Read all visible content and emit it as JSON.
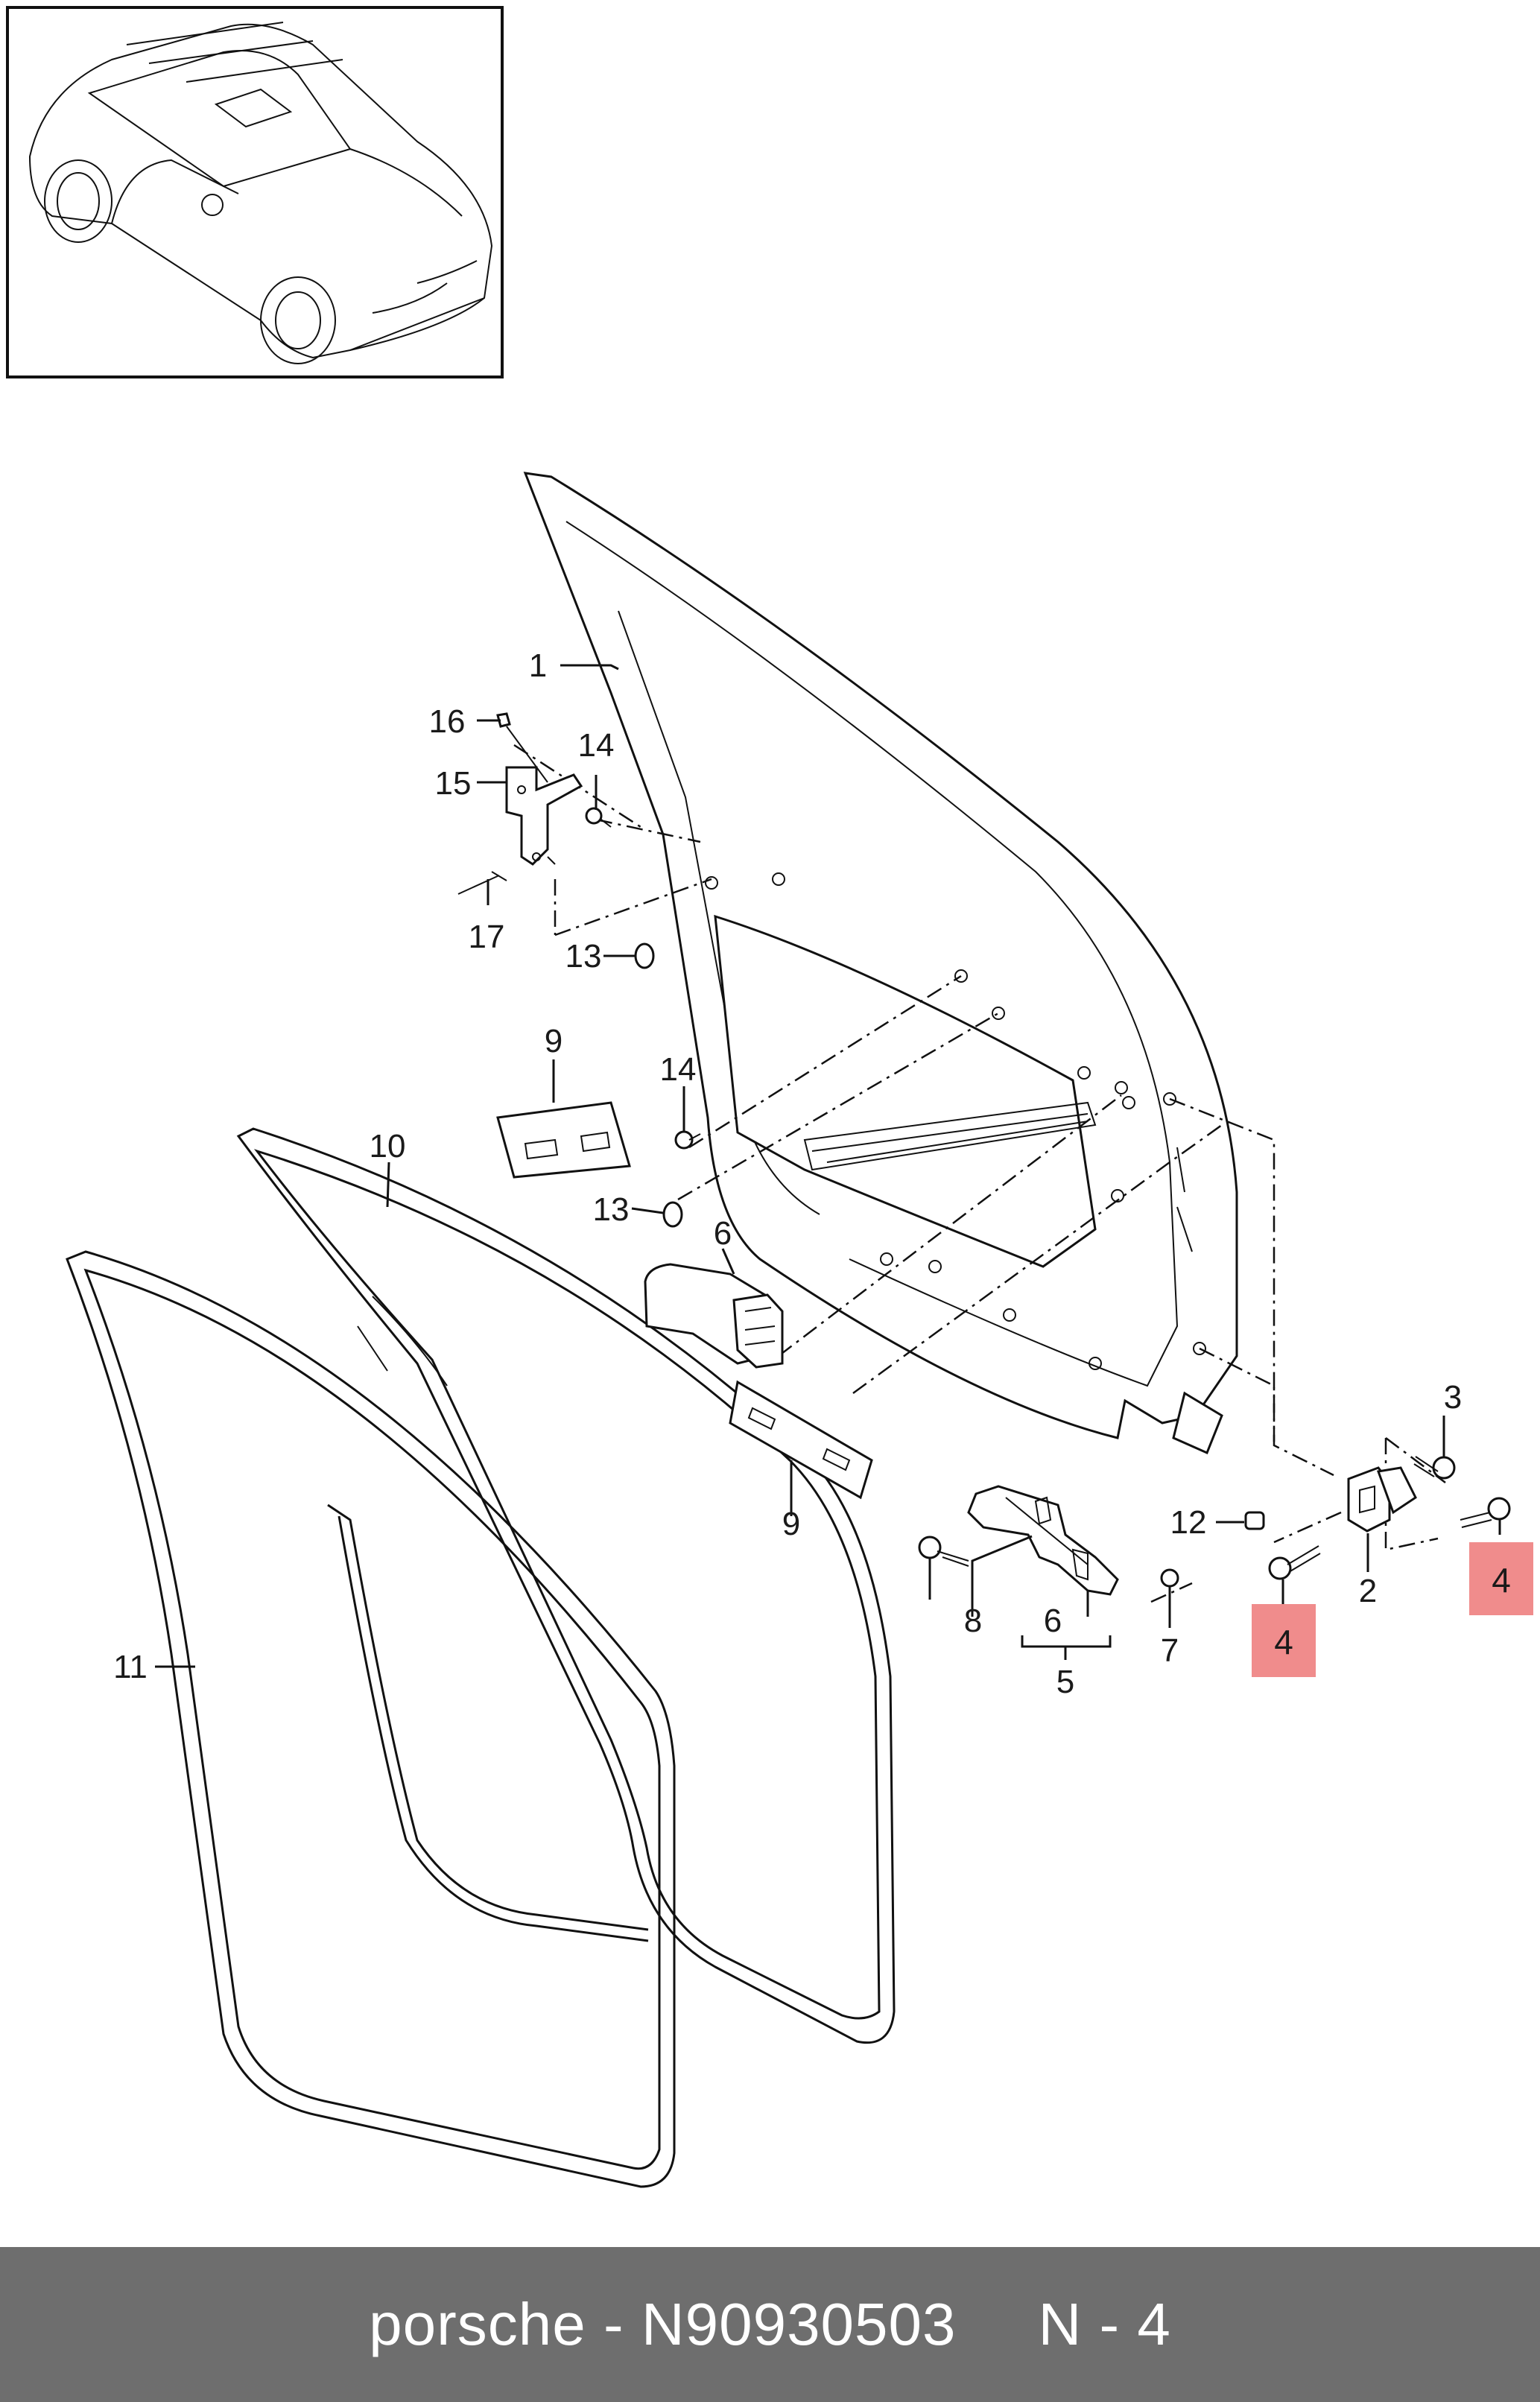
{
  "callouts": {
    "c1": "1",
    "c2": "2",
    "c3": "3",
    "c4a": "4",
    "c4b": "4",
    "c5": "5",
    "c6a": "6",
    "c6b": "6",
    "c7": "7",
    "c8": "8",
    "c9a": "9",
    "c9b": "9",
    "c10": "10",
    "c11": "11",
    "c12": "12",
    "c13a": "13",
    "c13b": "13",
    "c14a": "14",
    "c14b": "14",
    "c15": "15",
    "c16": "16",
    "c17": "17"
  },
  "highlight_color": "#f08c8c",
  "footer": {
    "brand_part": "porsche - N90930503",
    "position": "N - 4",
    "background": "#6e6e6e"
  }
}
